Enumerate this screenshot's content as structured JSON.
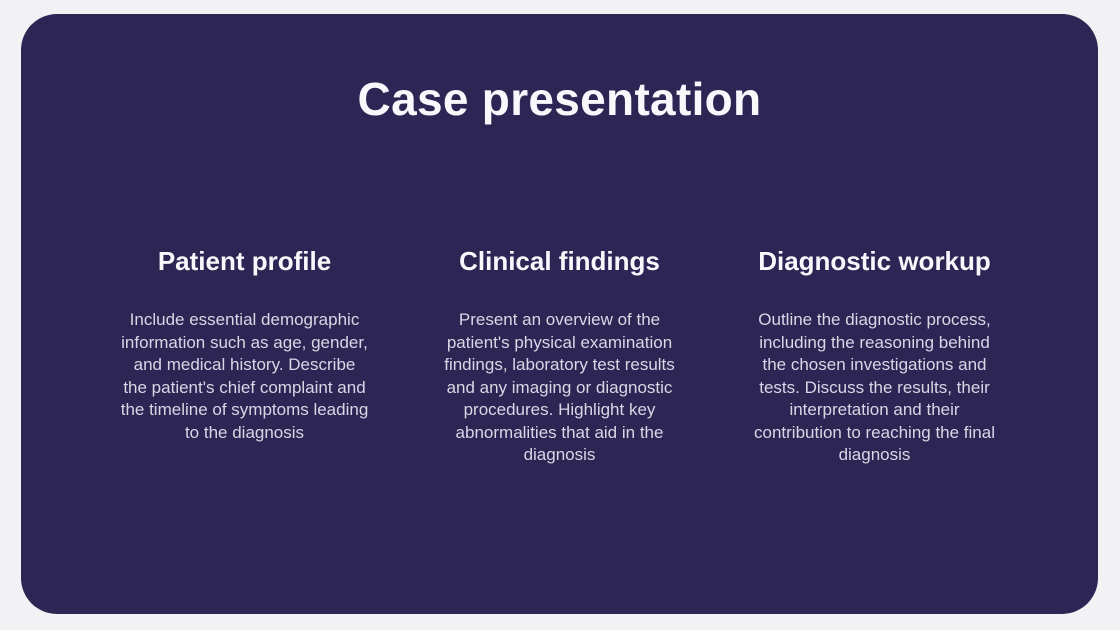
{
  "colors": {
    "page_background": "#f2f1f3",
    "slide_background": "#2d2654",
    "title_color": "#f8f7fb",
    "body_color": "#d9d6e6"
  },
  "slide": {
    "title": "Case presentation",
    "columns": [
      {
        "heading": "Patient profile",
        "body": "Include essential demographic information such as age, gender, and medical history. Describe the patient's chief complaint and the timeline of symptoms leading to the diagnosis"
      },
      {
        "heading": "Clinical findings",
        "body": "Present an overview of the patient's physical examination findings, laboratory test results and any imaging or diagnostic procedures. Highlight key abnormalities that aid in the diagnosis"
      },
      {
        "heading": "Diagnostic workup",
        "body": "Outline the diagnostic process, including the reasoning behind the chosen investigations and tests. Discuss the results, their interpretation and their contribution to reaching the final diagnosis"
      }
    ]
  }
}
